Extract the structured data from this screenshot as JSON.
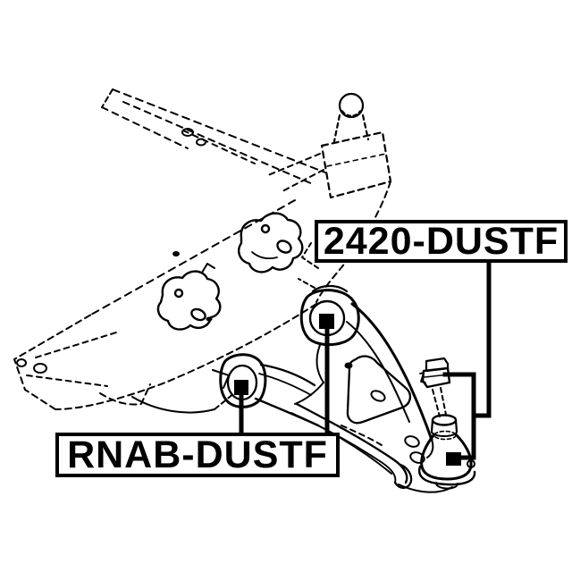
{
  "page": {
    "background_color": "#ffffff",
    "line_color": "#000000"
  },
  "diagram": {
    "type": "exploded-parts-line-drawing",
    "labels": [
      {
        "id": "upper",
        "text": "2420-DUSTF"
      },
      {
        "id": "lower",
        "text": "RNAB-DUSTF"
      }
    ],
    "markers": [
      {
        "name": "rear-arm-bushing-marker",
        "shape": "filled-square",
        "color": "#000000",
        "links_to": "RNAB-DUSTF"
      },
      {
        "name": "front-arm-bushing-marker",
        "shape": "filled-square",
        "color": "#000000",
        "links_to": "RNAB-DUSTF"
      },
      {
        "name": "ball-joint-boot-marker",
        "shape": "filled-square",
        "color": "#000000",
        "links_to": "2420-DUSTF"
      },
      {
        "name": "castle-nut-marker",
        "shape": "leader-endpoint",
        "color": "#000000",
        "links_to": "2420-DUSTF"
      }
    ]
  }
}
